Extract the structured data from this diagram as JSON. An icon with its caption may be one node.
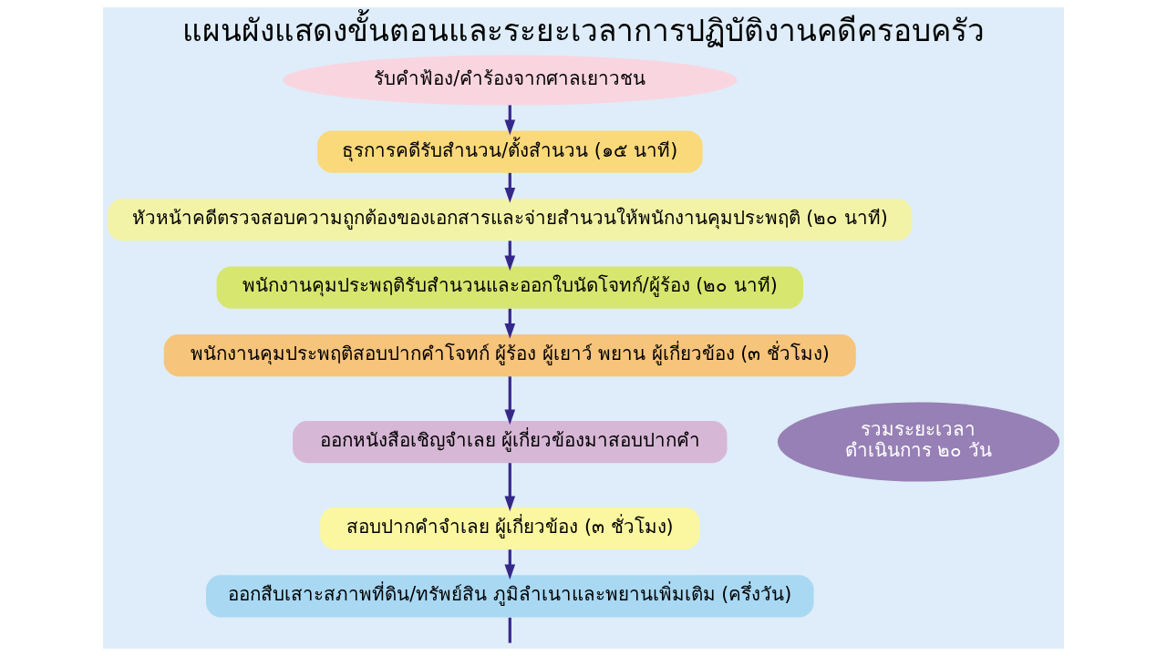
{
  "diagram": {
    "title": "แผนผังแสดงขั้นตอนและระยะเวลาการปฏิบัติงานคดีครอบครัว",
    "nodes": [
      {
        "text": [
          "รับคำฟ้อง/คำร้องจากศาลเยาวชน"
        ]
      },
      {
        "text": [
          "ธุรการคดีรับสำนวน/ตั้งสำนวน (๑๕ นาที)"
        ]
      },
      {
        "text": [
          "หัวหน้าคดีตรวจสอบความถูกต้องของเอกสารและจ่ายสำนวนให้พนักงานคุมประพฤติ (๒๐ นาที)"
        ]
      },
      {
        "text": [
          "พนักงานคุมประพฤติรับสำนวนและออกใบนัดโจทก์/ผู้ร้อง (๒๐ นาที)"
        ]
      },
      {
        "text": [
          "พนักงานคุมประพฤติสอบปากคำโจทก์ ผู้ร้อง ผู้เยาว์ พยาน ผู้เกี่ยวข้อง (๓ ชั่วโมง)"
        ]
      },
      {
        "text": [
          "ออกหนังสือเชิญจำเลย ผู้เกี่ยวข้องมาสอบปากคำ"
        ]
      },
      {
        "text": [
          "สอบปากคำจำเลย ผู้เกี่ยวข้อง (๓ ชั่วโมง)"
        ]
      },
      {
        "text": [
          "ออกสืบเสาะสภาพที่ดิน/ทรัพย์สิน ภูมิลำเนาและพยานเพิ่มเติม (ครึ่งวัน)"
        ]
      },
      {
        "text": [
          "รวมระยะเวลา ดำเนินการ ๒๐ วัน"
        ]
      }
    ],
    "edges": [
      {
        "from": 0,
        "to": 1,
        "arrow": "to"
      },
      {
        "from": 1,
        "to": 2,
        "arrow": "to"
      },
      {
        "from": 2,
        "to": 3,
        "arrow": "to"
      },
      {
        "from": 3,
        "to": 4,
        "arrow": "to"
      },
      {
        "from": 4,
        "to": 5,
        "arrow": "to"
      },
      {
        "from": 5,
        "to": 6,
        "arrow": "to"
      },
      {
        "from": 6,
        "to": 7,
        "arrow": "to"
      },
      {
        "from": 7,
        "to": null,
        "arrow": "none"
      }
    ]
  }
}
